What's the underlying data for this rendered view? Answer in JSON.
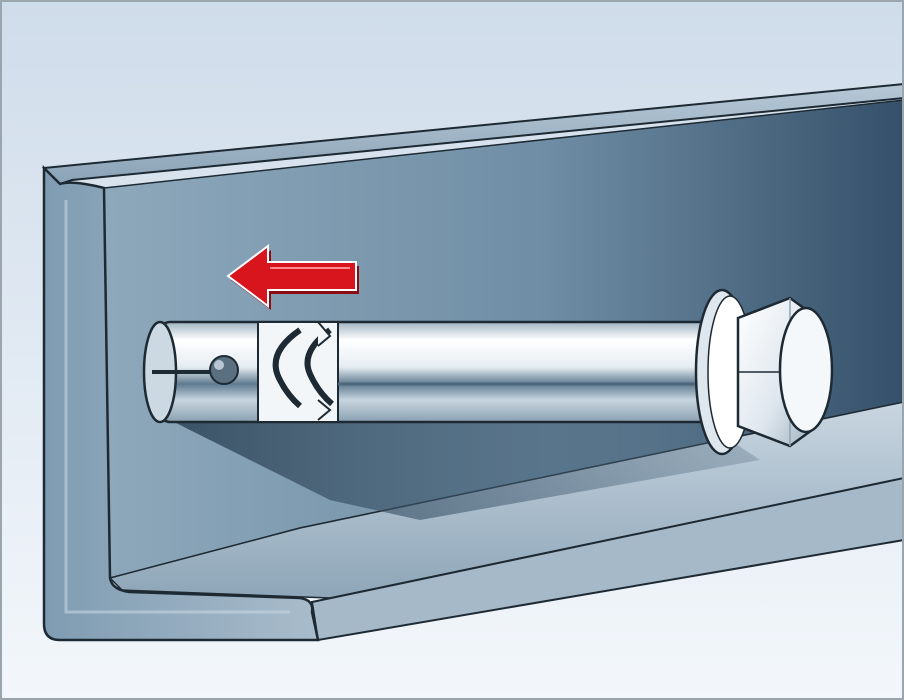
{
  "illustration": {
    "subject": "sleeve-anchor-bolt-in-steel-angle",
    "icons": [
      "steel-angle-profile",
      "anchor-bolt",
      "hex-nut",
      "washer",
      "insertion-arrow"
    ],
    "colors": {
      "background_top": "#d6e2ee",
      "background_bottom": "#f2f6fa",
      "steel_light": "#b9cad8",
      "steel_mid": "#7f9bb0",
      "steel_dark": "#3d5a70",
      "outline": "#1e2a33",
      "bolt_highlight": "#ffffff",
      "bolt_shade": "#8fa4b3",
      "arrow_red": "#d8141d"
    }
  }
}
